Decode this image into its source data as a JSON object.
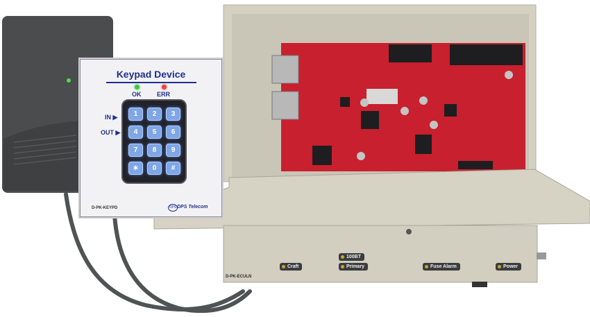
{
  "keypad_device": {
    "title": "Keypad Device",
    "leds": {
      "ok": "OK",
      "err": "ERR"
    },
    "side_labels": {
      "in": "IN ▶",
      "out": "OUT ▶"
    },
    "keys": [
      "1",
      "2",
      "3",
      "4",
      "5",
      "6",
      "7",
      "8",
      "9",
      "∗",
      "0",
      "#"
    ],
    "model": "D-PK-KEYPD",
    "brand": "DPS Telecom",
    "logo": "DPS"
  },
  "enclosure": {
    "model": "D-PK-ECULN",
    "front_labels": {
      "top_port": "100BT",
      "craft": "Craft",
      "primary": "Primary",
      "fuse_alarm": "Fuse Alarm",
      "power": "Power"
    }
  },
  "colors": {
    "pcb": "#c8202e",
    "enclosure": "#d4d0c2",
    "reader": "#4a4c4e",
    "keypad_key": "#7fa6e6",
    "brand_blue": "#1f2f8c"
  }
}
